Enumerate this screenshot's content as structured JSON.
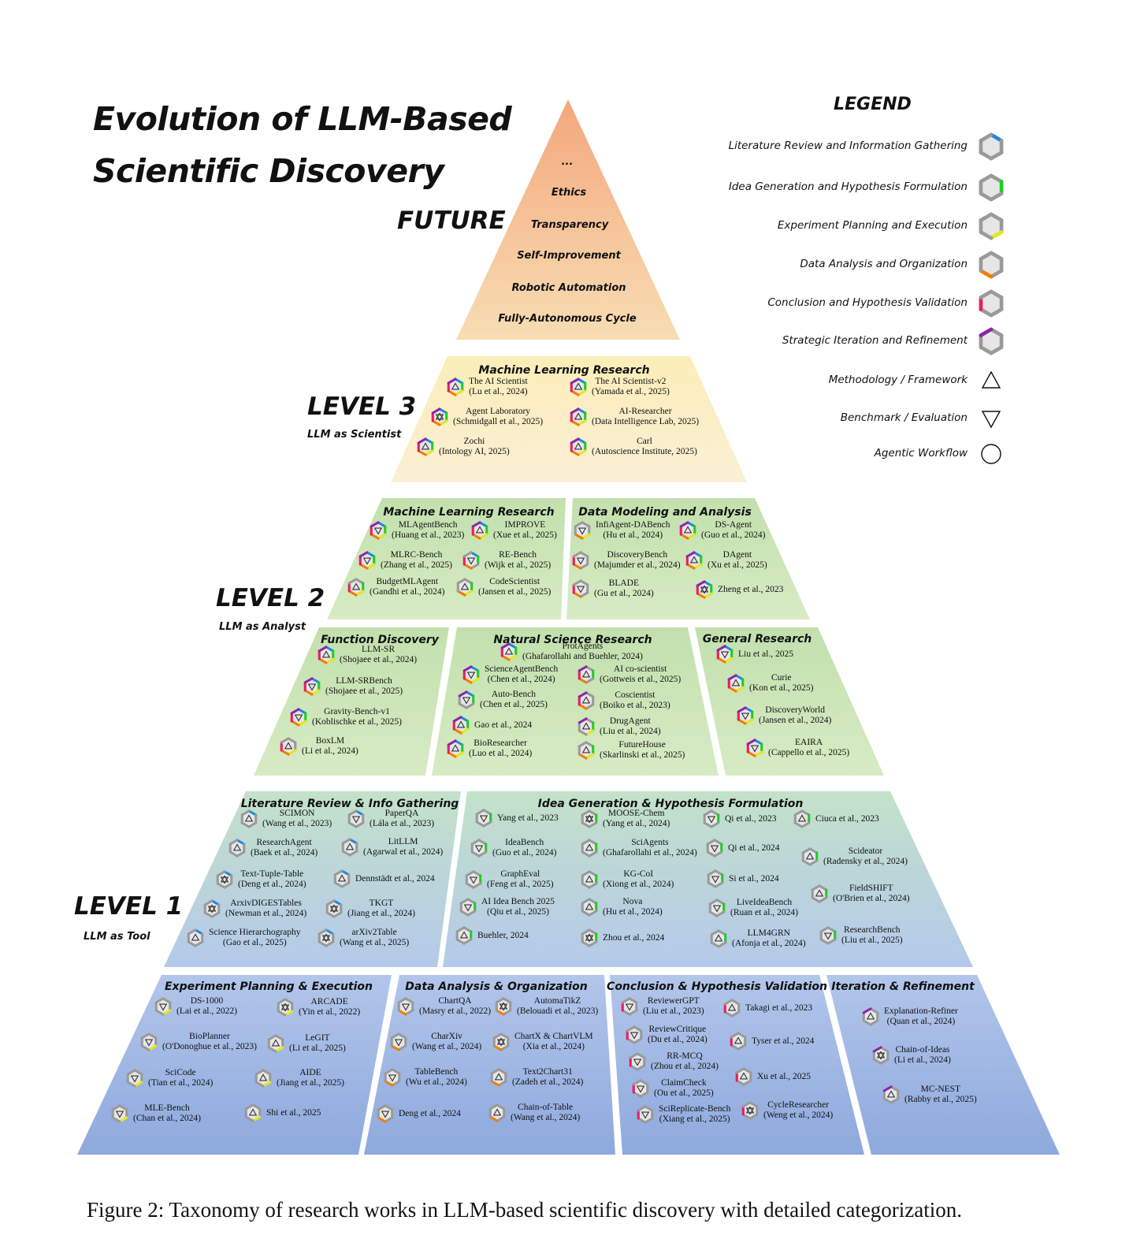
{
  "title": {
    "line1": "Evolution of LLM-Based",
    "line2": "Scientific Discovery"
  },
  "future": {
    "label": "FUTURE",
    "items": [
      "...",
      "Ethics",
      "Transparency",
      "Self-Improvement",
      "Robotic Automation",
      "Fully-Autonomous Cycle"
    ]
  },
  "levels": [
    {
      "label": "LEVEL 3",
      "subtitle": "LLM as Scientist"
    },
    {
      "label": "LEVEL 2",
      "subtitle": "LLM as Analyst"
    },
    {
      "label": "LEVEL 1",
      "subtitle": "LLM as Tool"
    }
  ],
  "legend": {
    "title": "LEGEND",
    "colors": {
      "literature": "#1e88e5",
      "idea": "#22cc22",
      "experiment": "#e4e81a",
      "data": "#f57c00",
      "conclusion": "#e91e63",
      "iteration": "#8e24aa"
    },
    "items": [
      {
        "label": "Literature Review and Information Gathering",
        "icon": "hexagon-literature"
      },
      {
        "label": "Idea Generation and Hypothesis Formulation",
        "icon": "hexagon-idea"
      },
      {
        "label": "Experiment Planning and Execution",
        "icon": "hexagon-experiment"
      },
      {
        "label": "Data Analysis and Organization",
        "icon": "hexagon-data"
      },
      {
        "label": "Conclusion and Hypothesis Validation",
        "icon": "hexagon-conclusion"
      },
      {
        "label": "Strategic Iteration and Refinement",
        "icon": "hexagon-iteration"
      },
      {
        "label": "Methodology / Framework",
        "icon": "triangle-up"
      },
      {
        "label": "Benchmark / Evaluation",
        "icon": "triangle-down"
      },
      {
        "label": "Agentic Workflow",
        "icon": "circle"
      }
    ]
  },
  "sections": {
    "l3_ml": {
      "heading": "Machine Learning Research",
      "entries": [
        {
          "name": "The AI Scientist",
          "cite": "(Lu et al., 2024)"
        },
        {
          "name": "The AI Scientist-v2",
          "cite": "(Yamada et al., 2025)"
        },
        {
          "name": "Agent Laboratory",
          "cite": "(Schmidgall et al., 2025)"
        },
        {
          "name": "AI-Researcher",
          "cite": "(Data Intelligence Lab, 2025)"
        },
        {
          "name": "Zochi",
          "cite": "(Intology AI, 2025)"
        },
        {
          "name": "Carl",
          "cite": "(Autoscience Institute, 2025)"
        }
      ]
    },
    "l2_ml": {
      "heading": "Machine Learning Research",
      "entries": [
        {
          "name": "MLAgentBench",
          "cite": "(Huang et al., 2023)"
        },
        {
          "name": "IMPROVE",
          "cite": "(Xue et al., 2025)"
        },
        {
          "name": "MLRC-Bench",
          "cite": "(Zhang et al., 2025)"
        },
        {
          "name": "RE-Bench",
          "cite": "(Wijk et al., 2025)"
        },
        {
          "name": "BudgetMLAgent",
          "cite": "(Gandhi et al., 2024)"
        },
        {
          "name": "CodeScientist",
          "cite": "(Jansen et al., 2025)"
        }
      ]
    },
    "l2_dm": {
      "heading": "Data Modeling and Analysis",
      "entries": [
        {
          "name": "InfiAgent-DABench",
          "cite": "(Hu et al., 2024)"
        },
        {
          "name": "DS-Agent",
          "cite": "(Guo et al., 2024)"
        },
        {
          "name": "DiscoveryBench",
          "cite": "(Majumder et al., 2024)"
        },
        {
          "name": "DAgent",
          "cite": "(Xu et al., 2025)"
        },
        {
          "name": "BLADE",
          "cite": "(Gu et al., 2024)"
        },
        {
          "name": "Zheng et al., 2023",
          "cite": ""
        }
      ]
    },
    "l2_fd": {
      "heading": "Function Discovery",
      "entries": [
        {
          "name": "LLM-SR",
          "cite": "(Shojaee et al., 2024)"
        },
        {
          "name": "LLM-SRBench",
          "cite": "(Shojaee et al., 2025)"
        },
        {
          "name": "Gravity-Bench-v1",
          "cite": "(Koblischke et al., 2025)"
        },
        {
          "name": "BoxLM",
          "cite": "(Li et al., 2024)"
        }
      ]
    },
    "l2_ns": {
      "heading": "Natural Science Research",
      "entries": [
        {
          "name": "ProtAgents",
          "cite": "(Ghafarollahi and Buehler, 2024)"
        },
        {
          "name": "ScienceAgentBench",
          "cite": "(Chen et al., 2024)"
        },
        {
          "name": "AI co-scientist",
          "cite": "(Gottweis et al., 2025)"
        },
        {
          "name": "Auto-Bench",
          "cite": "(Chen et al., 2025)"
        },
        {
          "name": "Coscientist",
          "cite": "(Boiko et al., 2023)"
        },
        {
          "name": "Gao et al., 2024",
          "cite": ""
        },
        {
          "name": "DrugAgent",
          "cite": "(Liu et al., 2024)"
        },
        {
          "name": "BioResearcher",
          "cite": "(Luo et al., 2024)"
        },
        {
          "name": "FutureHouse",
          "cite": "(Skarlinski et al., 2025)"
        }
      ]
    },
    "l2_gr": {
      "heading": "General Research",
      "entries": [
        {
          "name": "Liu et al., 2025",
          "cite": ""
        },
        {
          "name": "Curie",
          "cite": "(Kon et al., 2025)"
        },
        {
          "name": "DiscoveryWorld",
          "cite": "(Jansen et al., 2024)"
        },
        {
          "name": "EAIRA",
          "cite": "(Cappello et al., 2025)"
        }
      ]
    },
    "l1_lit": {
      "heading": "Literature Review & Info Gathering",
      "entries": [
        {
          "name": "SCIMON",
          "cite": "(Wang et al., 2023)"
        },
        {
          "name": "PaperQA",
          "cite": "(Lála et al., 2023)"
        },
        {
          "name": "ResearchAgent",
          "cite": "(Baek et al., 2024)"
        },
        {
          "name": "LitLLM",
          "cite": "(Agarwal et al., 2024)"
        },
        {
          "name": "Text-Tuple-Table",
          "cite": "(Deng et al., 2024)"
        },
        {
          "name": "Dennstädt et al., 2024",
          "cite": ""
        },
        {
          "name": "ArxivDIGESTables",
          "cite": "(Newman et al., 2024)"
        },
        {
          "name": "TKGT",
          "cite": "(Jiang et al., 2024)"
        },
        {
          "name": "Science Hierarchography",
          "cite": "(Gao et al., 2025)"
        },
        {
          "name": "arXiv2Table",
          "cite": "(Wang et al., 2025)"
        }
      ]
    },
    "l1_idea": {
      "heading": "Idea Generation & Hypothesis Formulation",
      "entries": [
        {
          "name": "Yang et al., 2023",
          "cite": ""
        },
        {
          "name": "MOOSE-Chem",
          "cite": "(Yang et al., 2024)"
        },
        {
          "name": "Qi et al., 2023",
          "cite": ""
        },
        {
          "name": "Ciuca et al., 2023",
          "cite": ""
        },
        {
          "name": "IdeaBench",
          "cite": "(Guo et al., 2024)"
        },
        {
          "name": "SciAgents",
          "cite": "(Ghafarollahi et al., 2024)"
        },
        {
          "name": "Qi et al., 2024",
          "cite": ""
        },
        {
          "name": "Scideator",
          "cite": "(Radensky et al., 2024)"
        },
        {
          "name": "GraphEval",
          "cite": "(Feng et al., 2025)"
        },
        {
          "name": "KG-CoI",
          "cite": "(Xiong et al., 2024)"
        },
        {
          "name": "Si et al., 2024",
          "cite": ""
        },
        {
          "name": "FieldSHIFT",
          "cite": "(O'Brien et al., 2024)"
        },
        {
          "name": "AI Idea Bench 2025",
          "cite": "(Qiu et al., 2025)"
        },
        {
          "name": "Nova",
          "cite": "(Hu et al., 2024)"
        },
        {
          "name": "LiveIdeaBench",
          "cite": "(Ruan et al., 2024)"
        },
        {
          "name": "ResearchBench",
          "cite": "(Liu et al., 2025)"
        },
        {
          "name": "Buehler, 2024",
          "cite": ""
        },
        {
          "name": "Zhou et al., 2024",
          "cite": ""
        },
        {
          "name": "LLM4GRN",
          "cite": "(Afonja et al., 2024)"
        }
      ]
    },
    "l0_exp": {
      "heading": "Experiment Planning & Execution",
      "entries": [
        {
          "name": "DS-1000",
          "cite": "(Lai et al., 2022)"
        },
        {
          "name": "ARCADE",
          "cite": "(Yin et al., 2022)"
        },
        {
          "name": "BioPlanner",
          "cite": "(O'Donoghue et al., 2023)"
        },
        {
          "name": "LeGIT",
          "cite": "(Li et al., 2025)"
        },
        {
          "name": "SciCode",
          "cite": "(Tian et al., 2024)"
        },
        {
          "name": "AIDE",
          "cite": "(Jiang et al., 2025)"
        },
        {
          "name": "MLE-Bench",
          "cite": "(Chan et al., 2024)"
        },
        {
          "name": "Shi et al., 2025",
          "cite": ""
        }
      ]
    },
    "l0_data": {
      "heading": "Data Analysis & Organization",
      "entries": [
        {
          "name": "ChartQA",
          "cite": "(Masry et al., 2022)"
        },
        {
          "name": "AutomaTikZ",
          "cite": "(Belouadi et al., 2023)"
        },
        {
          "name": "CharXiv",
          "cite": "(Wang et al., 2024)"
        },
        {
          "name": "ChartX & ChartVLM",
          "cite": "(Xia et al., 2024)"
        },
        {
          "name": "TableBench",
          "cite": "(Wu et al., 2024)"
        },
        {
          "name": "Text2Chart31",
          "cite": "(Zadeh et al., 2024)"
        },
        {
          "name": "Deng et al., 2024",
          "cite": ""
        },
        {
          "name": "Chain-of-Table",
          "cite": "(Wang et al., 2024)"
        }
      ]
    },
    "l0_conc": {
      "heading": "Conclusion & Hypothesis Validation",
      "entries": [
        {
          "name": "ReviewerGPT",
          "cite": "(Liu et al., 2023)"
        },
        {
          "name": "Takagi et al., 2023",
          "cite": ""
        },
        {
          "name": "ReviewCritique",
          "cite": "(Du et al., 2024)"
        },
        {
          "name": "Tyser et al., 2024",
          "cite": ""
        },
        {
          "name": "RR-MCQ",
          "cite": "(Zhou et al., 2024)"
        },
        {
          "name": "Xu et al., 2025",
          "cite": ""
        },
        {
          "name": "ClaimCheck",
          "cite": "(Ou et al., 2025)"
        },
        {
          "name": "SciReplicate-Bench",
          "cite": "(Xiang et al., 2025)"
        },
        {
          "name": "CycleResearcher",
          "cite": "(Weng et al., 2024)"
        }
      ]
    },
    "l0_iter": {
      "heading": "Iteration & Refinement",
      "entries": [
        {
          "name": "Explanation-Refiner",
          "cite": "(Quan et al., 2024)"
        },
        {
          "name": "Chain-of-Ideas",
          "cite": "(Li et al., 2024)"
        },
        {
          "name": "MC-NEST",
          "cite": "(Rabby et al., 2025)"
        }
      ]
    }
  },
  "caption": "Figure 2: Taxonomy of research works in LLM-based scientific discovery with detailed categorization."
}
